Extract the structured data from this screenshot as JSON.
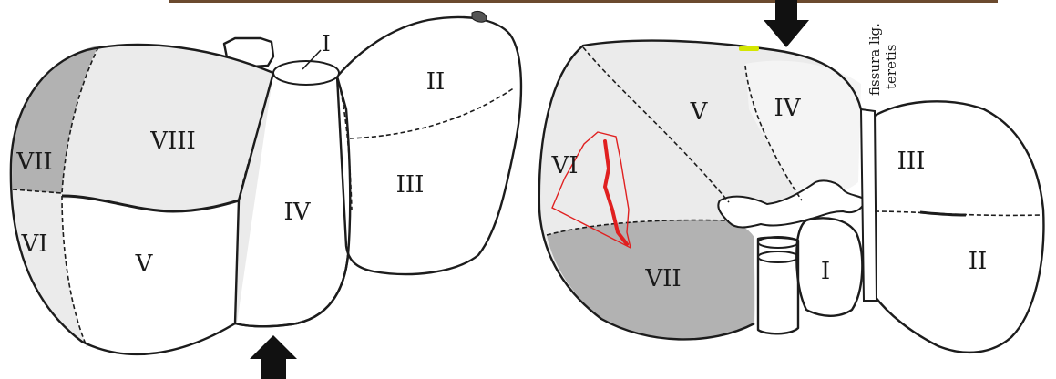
{
  "colors": {
    "background": "#ffffff",
    "outline": "#1c1c1c",
    "light_fill": "#ebebeb",
    "dark_fill": "#b2b2b2",
    "white_fill": "#ffffff",
    "marker_red": "#e02020",
    "highlight_yellow": "#d4e600",
    "top_strip": "#6b4a2e"
  },
  "anterior_view": {
    "segments": {
      "I": "I",
      "II": "II",
      "III": "III",
      "IV": "IV",
      "V": "V",
      "VI": "VI",
      "VII": "VII",
      "VIII": "VIII"
    },
    "arrow": "arrow-up"
  },
  "inferior_view": {
    "segments": {
      "I": "I",
      "II": "II",
      "III": "III",
      "IV": "IV",
      "V": "V",
      "VI": "VI",
      "VII": "VII"
    },
    "annotation_line1": "fissura lig.",
    "annotation_line2": "teretis",
    "arrow": "arrow-down"
  }
}
